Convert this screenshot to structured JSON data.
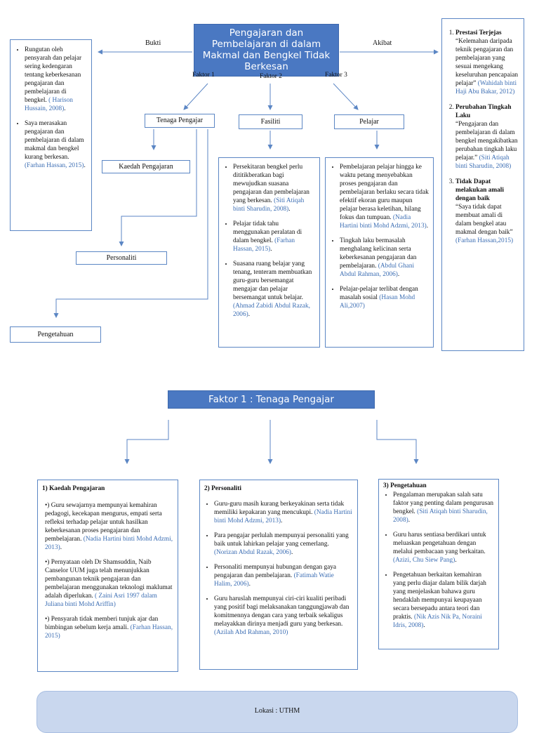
{
  "top": {
    "title": "Pengajaran dan Pembelajaran di dalam Makmal dan Bengkel Tidak Berkesan",
    "bukti_label": "Bukti",
    "akibat_label": "Akibat",
    "faktor_labels": [
      "Faktor 1",
      "Faktor 2",
      "Faktor 3"
    ],
    "nodes": {
      "tenaga": "Tenaga Pengajar",
      "fasiliti": "Fasiliti",
      "pelajar": "Pelajar",
      "kaedah": "Kaedah Pengajaran",
      "personaliti": "Personaliti",
      "pengetahuan": "Pengetahuan"
    },
    "bukti_items": [
      {
        "text": "Rungutan oleh pensyarah dan pelajar sering kedengaran tentang keberkesanan pengajaran dan pembelajaran di bengkel.",
        "cite": "( Harison Hussain, 2008)",
        "tail": "."
      },
      {
        "text": "Saya merasakan pengajaran dan pembelajaran di dalam makmal dan bengkel kurang berkesan.",
        "cite": "(Farhan Hassan, 2015)",
        "tail": "."
      }
    ],
    "fasiliti_items": [
      {
        "text": "Persekitaran bengkel perlu dititikberatkan bagi mewujudkan suasana pengajaran dan pembelajaran yang berkesan.",
        "cite": "(Siti Atiqah binti Sharudin, 2008)",
        "tail": "."
      },
      {
        "text": "Pelajar tidak tahu menggunakan peralatan di dalam bengkel.",
        "cite": "(Farhan Hassan, 2015)",
        "tail": "."
      },
      {
        "text": "Suasana ruang belajar yang tenang, tenteram membuatkan guru-guru bersemangat mengajar dan pelajar bersemangat untuk belajar.",
        "cite": "(Ahmad Zabidi Abdul Razak, 2006)",
        "tail": "."
      }
    ],
    "pelajar_items": [
      {
        "text": "Pembelajaran pelajar hingga ke waktu petang menyebabkan proses pengajaran dan pembelajaran berlaku secara tidak efektif ekoran guru maupun pelajar berasa keletihan, hilang fokus dan tumpuan.",
        "cite": "(Nadia Hartini binti Mohd Adzmi, 2013)",
        "tail": "."
      },
      {
        "text": "Tingkah laku bermasalah menghalang kelicinan serta keberkesanan pengajaran dan pembelajaran.",
        "cite": "(Abdul Ghani Abdul Rahman, 2006)",
        "tail": "."
      },
      {
        "text": "Pelajar-pelajar terlibat dengan masalah sosial",
        "cite": "(Hasan Mohd Ali,2007)",
        "tail": ""
      }
    ],
    "akibat_items": [
      {
        "head": "Prestasi Terjejas",
        "text": "“Kelemahan daripada teknik pengajaran dan pembelajaran yang sesuai mengekang keseluruhan pencapaian pelajar”",
        "cite": "(Wahidah binti Haji Abu Bakar, 2012)",
        "tail": ""
      },
      {
        "head": "Perubahan Tingkah Laku",
        "text": "“Pengajaran dan pembelajaran di dalam bengkel mengakibatkan perubahan tingkah laku pelajar.”",
        "cite": "(Siti Atiqah binti Sharudin, 2008)",
        "tail": ""
      },
      {
        "head": "Tidak Dapat melakukan amali dengan baik",
        "text": "“Saya tidak dapat membuat amali di dalam bengkel atau makmal dengan baik”",
        "cite": "(Farhan Hassan,2015)",
        "tail": ""
      }
    ]
  },
  "bottom": {
    "title": "Faktor 1 : Tenaga Pengajar",
    "kaedah": {
      "heading": "1)  Kaedah Pengajaran",
      "items": [
        {
          "text": "Guru sewajarnya mempunyai kemahiran pedagogi, kecekapan mengurus, empati serta refleksi terhadap pelajar untuk hasilkan keberkesanan proses pengajaran dan pembelajaran.",
          "cite": "(Nadia Hartini binti Mohd Adzmi, 2013)",
          "tail": "."
        },
        {
          "text": "Pernyataan oleh Dr Shamsuddin, Naib Canselor UUM juga telah menunjukkan pembangunan teknik pengajaran dan pembelajaran menggunakan teknologi maklumat adalah diperlukan.",
          "cite": "( Zaini Asri 1997 dalam Juliana binti Mohd Ariffin)",
          "tail": ""
        },
        {
          "text": "Pensyarah tidak memberi tunjuk ajar dan bimbingan sebelum kerja amali.",
          "cite": "(Farhan Hassan, 2015)",
          "tail": ""
        }
      ]
    },
    "personaliti": {
      "heading": "2) Personaliti",
      "items": [
        {
          "text": "Guru-guru masih kurang berkeyakinan serta tidak memiliki kepakaran yang mencukupi.",
          "cite": "(Nadia Hartini binti Mohd Adzmi, 2013)",
          "tail": "."
        },
        {
          "text": "Para pengajar perlulah mempunyai personaliti yang baik untuk lahirkan pelajar yang cemerlang.",
          "cite": "(Norizan Abdul Razak, 2006)",
          "tail": "."
        },
        {
          "text": "Personaliti mempunyai hubungan dengan gaya pengajaran dan pembelajaran.",
          "cite": "(Fatimah Watie Halim, 2006)",
          "tail": "."
        },
        {
          "text": "Guru haruslah mempunyai ciri-ciri kualiti peribadi yang positif bagi melaksanakan tanggungjawab dan komitmennya dengan cara yang terbaik sekaligus melayakkan dirinya menjadi guru yang berkesan.",
          "cite": "(Azilah Abd Rahman, 2010)",
          "tail": ""
        }
      ]
    },
    "pengetahuan": {
      "heading": "3) Pengetahuan",
      "items": [
        {
          "text": "Pengalaman merupakan salah satu faktor yang penting dalam pengurusan bengkel.",
          "cite": "(Siti Atiqah binti Sharudin, 2008)",
          "tail": "."
        },
        {
          "text": "Guru harus sentiasa berdikari untuk meluaskan pengetahuan dengan melalui pembacaan yang berkaitan.",
          "cite": "(Azizi, Chu Siew Pang)",
          "tail": "."
        },
        {
          "text": "Pengetahuan berkaitan kemahiran yang perlu diajar dalam bilik darjah yang menjelaskan bahawa guru hendaklah mempunyai keupayaan secara bersepadu antara teori dan praktis.",
          "cite": "(Nik Azis Nik Pa, Noraini Idris, 2008)",
          "tail": "."
        }
      ]
    },
    "lokasi": "Lokasi : UTHM"
  },
  "colors": {
    "accent": "#4a78c2",
    "border": "#5b86c4",
    "citation": "#3b6db3",
    "footer_fill": "#c9d7ee"
  }
}
